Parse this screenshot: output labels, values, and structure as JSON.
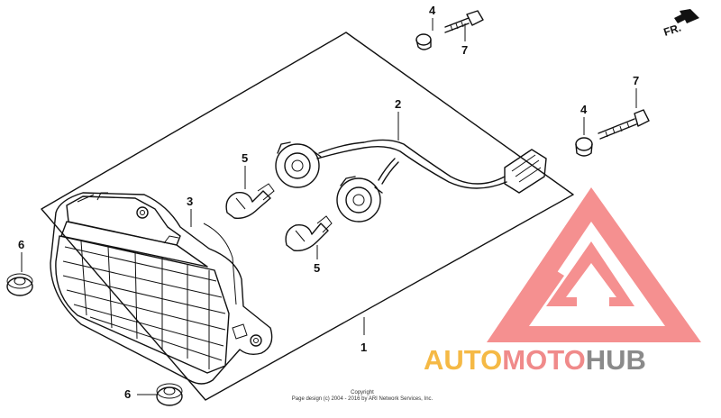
{
  "orientation": {
    "label": "FR."
  },
  "callouts": [
    {
      "id": "c1",
      "label": "1"
    },
    {
      "id": "c2",
      "label": "2"
    },
    {
      "id": "c3",
      "label": "3"
    },
    {
      "id": "c4a",
      "label": "4"
    },
    {
      "id": "c4b",
      "label": "4"
    },
    {
      "id": "c5a",
      "label": "5"
    },
    {
      "id": "c5b",
      "label": "5"
    },
    {
      "id": "c6a",
      "label": "6"
    },
    {
      "id": "c6b",
      "label": "6"
    },
    {
      "id": "c7a",
      "label": "7"
    },
    {
      "id": "c7b",
      "label": "7"
    }
  ],
  "copyright": {
    "line1": "Copyright",
    "line2": "Page design (c) 2004 - 2016 by ARI Network Services, Inc."
  },
  "watermark": {
    "part1": "AUTO",
    "part2": "MOTO",
    "part3": "HUB",
    "colors": {
      "auto": "#f5b945",
      "moto": "#f08a8a",
      "hub": "#8a8a8a",
      "logo": "#f26b6b"
    }
  }
}
